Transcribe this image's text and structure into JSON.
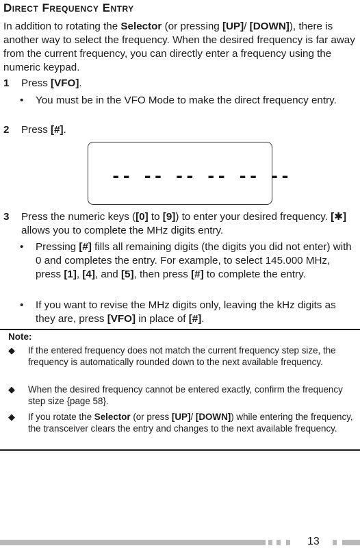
{
  "section_title": "Direct Frequency Entry",
  "intro": {
    "p1": "In addition to rotating the ",
    "selector": "Selector",
    "p2": " (or pressing ",
    "up": "[UP]",
    "slash": "/ ",
    "down": "[DOWN]",
    "p3": "), there is another way to select the frequency. When the desired frequency is far away from the current frequency, you can directly enter a frequency using the numeric keypad."
  },
  "steps": [
    {
      "num": "1",
      "pre": "Press ",
      "key": "[VFO]",
      "post": "."
    },
    {
      "num": "2",
      "pre": "Press ",
      "key": "[#]",
      "post": "."
    },
    {
      "num": "3",
      "a": "Press the numeric keys (",
      "k0": "[0]",
      "b": " to ",
      "k9": "[9]",
      "c": ") to enter your desired frequency. ",
      "kstar_open": "[",
      "kstar_sym": "✱",
      "kstar_close": "]",
      "d": " allows you to complete the MHz digits entry."
    }
  ],
  "step1_bullet": "You must be in the VFO Mode to make the direct frequency entry.",
  "lcd_display": "-- -- -- -- -- --",
  "step3_bullet1": {
    "a": "Pressing ",
    "k": "[#]",
    "b": " fills all remaining digits (the digits you did not enter) with 0 and completes the entry.  For example, to select 145.000 MHz, press ",
    "k1": "[1]",
    "c1": ", ",
    "k4": "[4]",
    "c2": ", and ",
    "k5": "[5]",
    "c3": ", then press ",
    "kh": "[#]",
    "c4": " to complete the entry."
  },
  "step3_bullet2": {
    "a": "If you want to revise the MHz digits only, leaving the kHz digits as they are, press ",
    "k": "[VFO]",
    "b": " in place of ",
    "kh": "[#]",
    "c": "."
  },
  "bullet_symbol": "•",
  "note_label": "Note:",
  "note_symbol": "◆",
  "notes": {
    "n1": "If the entered frequency does not match the current frequency step size, the frequency is automatically rounded down to the next available frequency.",
    "n2": "When the desired frequency cannot be entered exactly, confirm the frequency step size {page 58}.",
    "n3_a": "If you rotate the ",
    "n3_sel": "Selector",
    "n3_b": " (or press ",
    "n3_up": "[UP]",
    "n3_sl": "/ ",
    "n3_dn": "[DOWN]",
    "n3_c": ") while entering the frequency, the transceiver clears the entry and changes to the next available frequency."
  },
  "page_number": "13"
}
